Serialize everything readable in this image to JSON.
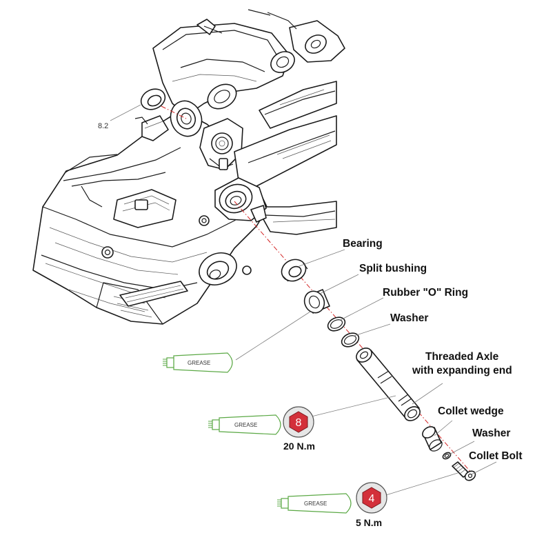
{
  "labels": {
    "bearing": "Bearing",
    "split_bushing": "Split bushing",
    "rubber_o_ring": "Rubber \"O\" Ring",
    "washer_1": "Washer",
    "threaded_axle_line1": "Threaded Axle",
    "threaded_axle_line2": "with expanding end",
    "collet_wedge": "Collet wedge",
    "washer_2": "Washer",
    "collet_bolt": "Collet Bolt",
    "ref_82": "8.2"
  },
  "grease": {
    "tube_1": "GREASE",
    "tube_2": "GREASE",
    "tube_3": "GREASE"
  },
  "torque": {
    "axle_hex": "8",
    "axle_value": "20 N.m",
    "bolt_hex": "4",
    "bolt_value": "5 N.m"
  },
  "colors": {
    "hex_red": "#d3303a",
    "grease_green": "#5aa844",
    "axis_red": "#d32323"
  }
}
